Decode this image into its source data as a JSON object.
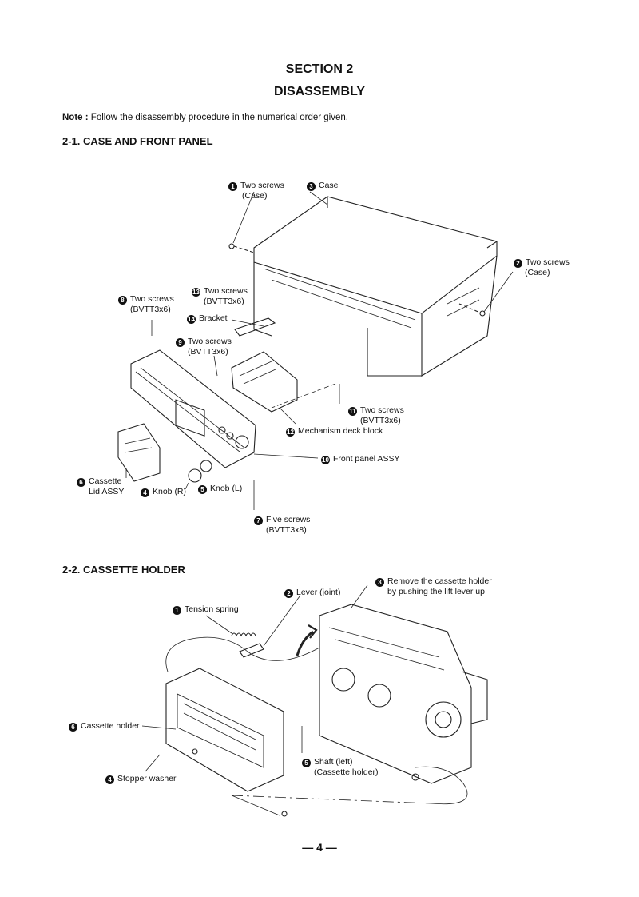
{
  "header": {
    "section": "SECTION 2",
    "title": "DISASSEMBLY"
  },
  "note": {
    "prefix": "Note :",
    "text": "Follow the disassembly procedure in the numerical order given."
  },
  "section1": {
    "heading": "2-1. CASE AND FRONT PANEL",
    "callouts": [
      {
        "num": "1",
        "l1": "Two screws",
        "l2": "(Case)"
      },
      {
        "num": "3",
        "l1": "Case",
        "l2": ""
      },
      {
        "num": "2",
        "l1": "Two screws",
        "l2": "(Case)"
      },
      {
        "num": "13",
        "l1": "Two screws",
        "l2": "(BVTT3x6)"
      },
      {
        "num": "8",
        "l1": "Two screws",
        "l2": "(BVTT3x6)"
      },
      {
        "num": "14",
        "l1": "Bracket",
        "l2": ""
      },
      {
        "num": "9",
        "l1": "Two screws",
        "l2": "(BVTT3x6)"
      },
      {
        "num": "11",
        "l1": "Two screws",
        "l2": "(BVTT3x6)"
      },
      {
        "num": "12",
        "l1": "Mechanism deck block",
        "l2": ""
      },
      {
        "num": "10",
        "l1": "Front panel ASSY",
        "l2": ""
      },
      {
        "num": "6",
        "l1": "Cassette",
        "l2": "Lid ASSY"
      },
      {
        "num": "4",
        "l1": "Knob (R)",
        "l2": ""
      },
      {
        "num": "5",
        "l1": "Knob (L)",
        "l2": ""
      },
      {
        "num": "7",
        "l1": "Five screws",
        "l2": "(BVTT3x8)"
      }
    ]
  },
  "section2": {
    "heading": "2-2. CASSETTE HOLDER",
    "callouts": [
      {
        "num": "3",
        "l1": "Remove the cassette holder",
        "l2": "by pushing the lift lever up"
      },
      {
        "num": "2",
        "l1": "Lever (joint)",
        "l2": ""
      },
      {
        "num": "1",
        "l1": "Tension spring",
        "l2": ""
      },
      {
        "num": "6",
        "l1": "Cassette holder",
        "l2": ""
      },
      {
        "num": "5",
        "l1": "Shaft (left)",
        "l2": "(Cassette holder)"
      },
      {
        "num": "4",
        "l1": "Stopper washer",
        "l2": ""
      }
    ]
  },
  "footer": {
    "page": "— 4 —"
  }
}
